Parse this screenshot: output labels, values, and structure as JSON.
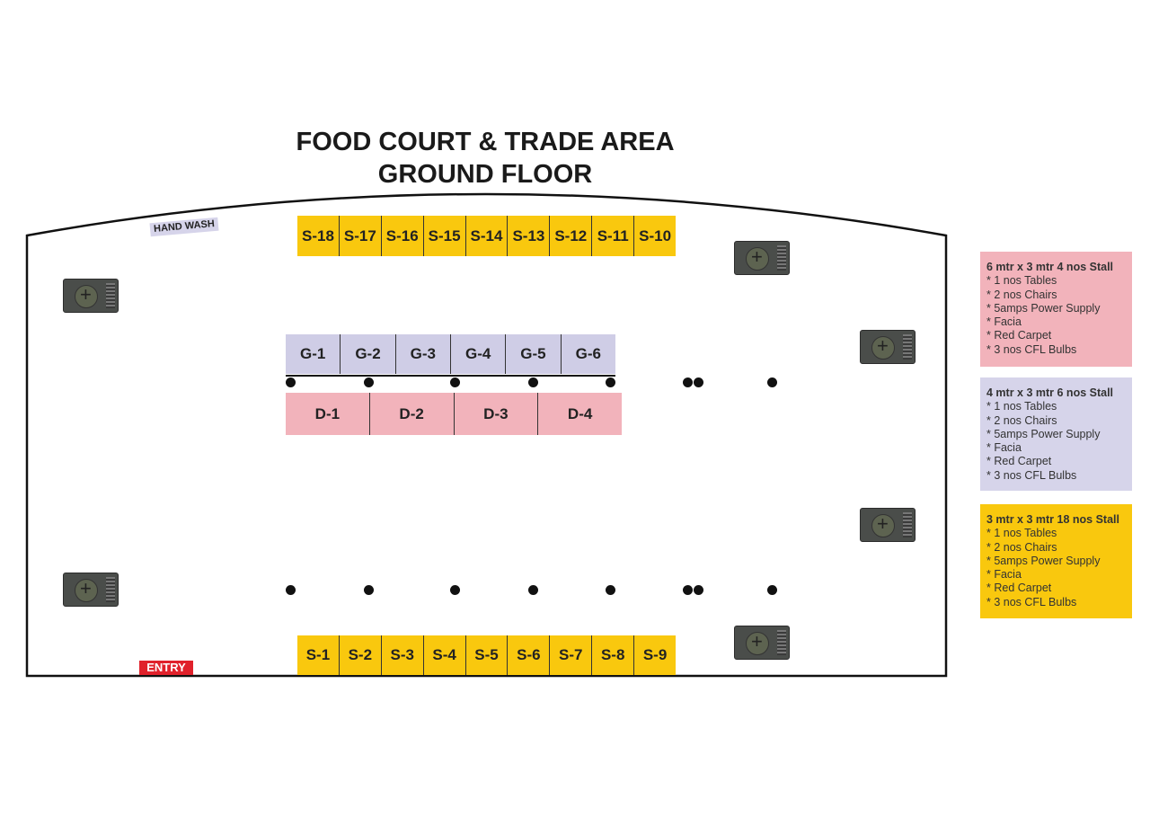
{
  "title": {
    "line1": "FOOD COURT & TRADE AREA",
    "line2": "GROUND FLOOR"
  },
  "labels": {
    "hand_wash": "HAND WASH",
    "entry": "ENTRY"
  },
  "stalls_top": [
    "S-18",
    "S-17",
    "S-16",
    "S-15",
    "S-14",
    "S-13",
    "S-12",
    "S-11",
    "S-10"
  ],
  "stalls_bottom": [
    "S-1",
    "S-2",
    "S-3",
    "S-4",
    "S-5",
    "S-6",
    "S-7",
    "S-8",
    "S-9"
  ],
  "stalls_g": [
    "G-1",
    "G-2",
    "G-3",
    "G-4",
    "G-5",
    "G-6"
  ],
  "stalls_d": [
    "D-1",
    "D-2",
    "D-3",
    "D-4"
  ],
  "legend": [
    {
      "heading": "6 mtr x 3 mtr 4 nos Stall",
      "color": "#f2b3bb",
      "items": [
        "* 1 nos Tables",
        "* 2 nos Chairs",
        "* 5amps Power Supply",
        "* Facia",
        "* Red Carpet",
        "* 3 nos CFL Bulbs"
      ]
    },
    {
      "heading": "4 mtr x 3 mtr 6 nos Stall",
      "color": "#d6d4ea",
      "items": [
        "* 1 nos Tables",
        "* 2 nos Chairs",
        "* 5amps Power Supply",
        "* Facia",
        "* Red Carpet",
        "* 3 nos CFL Bulbs"
      ]
    },
    {
      "heading": "3 mtr x 3 mtr 18 nos Stall",
      "color": "#f9c80e",
      "items": [
        "* 1 nos Tables",
        "* 2 nos Chairs",
        "* 5amps Power Supply",
        "* Facia",
        "* Red Carpet",
        "* 3 nos CFL Bulbs"
      ]
    }
  ],
  "colors": {
    "stall_s": "#f9c80e",
    "stall_g": "#cfcde6",
    "stall_d": "#f2b3bb",
    "entry": "#e0212b"
  }
}
